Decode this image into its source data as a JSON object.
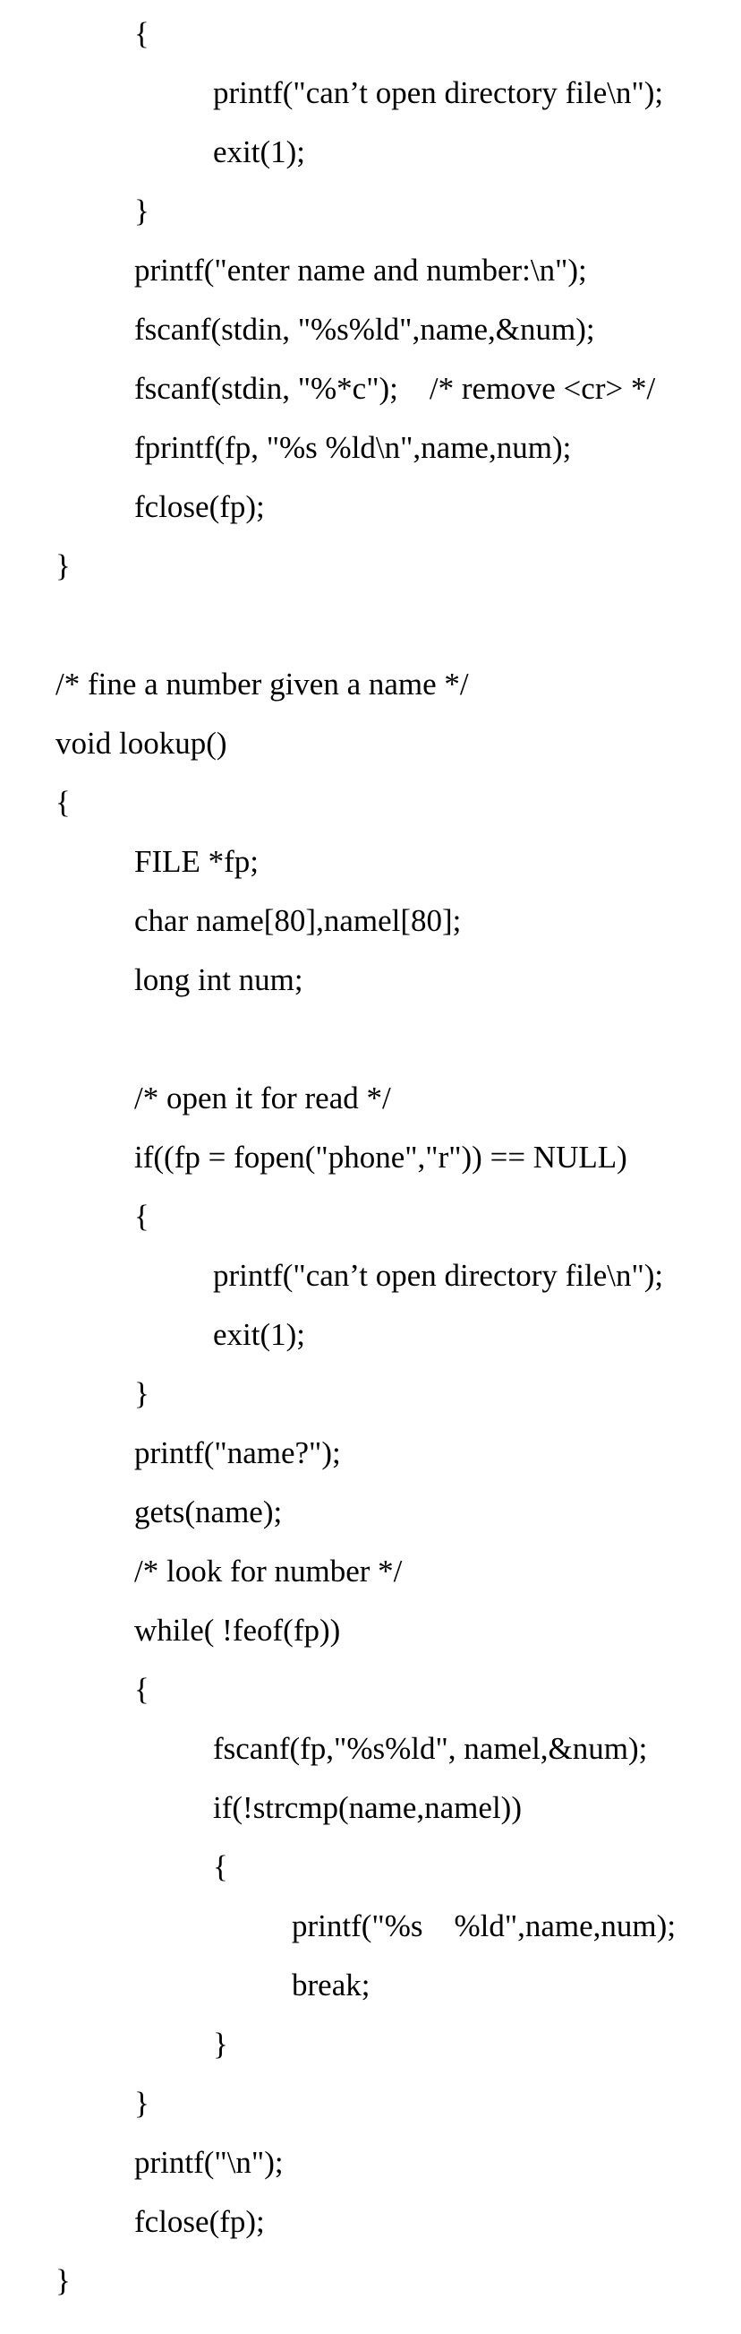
{
  "document": {
    "text_color": "#000000",
    "background_color": "#ffffff",
    "lines": [
      {
        "indent": 2,
        "text": "{"
      },
      {
        "indent": 4,
        "text": "printf(\"can’t open directory file\\n\");"
      },
      {
        "indent": 4,
        "text": "exit(1);"
      },
      {
        "indent": 2,
        "text": "}"
      },
      {
        "indent": 2,
        "text": "printf(\"enter name and number:\\n\");"
      },
      {
        "indent": 2,
        "text": "fscanf(stdin, \"%s%ld\",name,&num);"
      },
      {
        "indent": 2,
        "text": "fscanf(stdin, \"%*c\");    /* remove <cr> */"
      },
      {
        "indent": 2,
        "text": "fprintf(fp, \"%s %ld\\n\",name,num);"
      },
      {
        "indent": 2,
        "text": "fclose(fp);"
      },
      {
        "indent": 0,
        "text": "}"
      },
      {
        "indent": 0,
        "text": ""
      },
      {
        "indent": 0,
        "text": "/* fine a number given a name */"
      },
      {
        "indent": 0,
        "text": "void lookup()"
      },
      {
        "indent": 0,
        "text": "{"
      },
      {
        "indent": 2,
        "text": "FILE *fp;"
      },
      {
        "indent": 2,
        "text": "char name[80],namel[80];"
      },
      {
        "indent": 2,
        "text": "long int num;"
      },
      {
        "indent": 0,
        "text": ""
      },
      {
        "indent": 2,
        "text": "/* open it for read */"
      },
      {
        "indent": 2,
        "text": "if((fp = fopen(\"phone\",\"r\")) == NULL)"
      },
      {
        "indent": 2,
        "text": "{"
      },
      {
        "indent": 4,
        "text": "printf(\"can’t open directory file\\n\");"
      },
      {
        "indent": 4,
        "text": "exit(1);"
      },
      {
        "indent": 2,
        "text": "}"
      },
      {
        "indent": 2,
        "text": "printf(\"name?\");"
      },
      {
        "indent": 2,
        "text": "gets(name);"
      },
      {
        "indent": 2,
        "text": "/* look for number */"
      },
      {
        "indent": 2,
        "text": "while( !feof(fp))"
      },
      {
        "indent": 2,
        "text": "{"
      },
      {
        "indent": 4,
        "text": "fscanf(fp,\"%s%ld\", namel,&num);"
      },
      {
        "indent": 4,
        "text": "if(!strcmp(name,namel))"
      },
      {
        "indent": 4,
        "text": "{"
      },
      {
        "indent": 6,
        "text": "printf(\"%s    %ld\",name,num);"
      },
      {
        "indent": 6,
        "text": "break;"
      },
      {
        "indent": 4,
        "text": "}"
      },
      {
        "indent": 2,
        "text": "}"
      },
      {
        "indent": 2,
        "text": "printf(\"\\n\");"
      },
      {
        "indent": 2,
        "text": "fclose(fp);"
      },
      {
        "indent": 0,
        "text": "}"
      }
    ]
  }
}
